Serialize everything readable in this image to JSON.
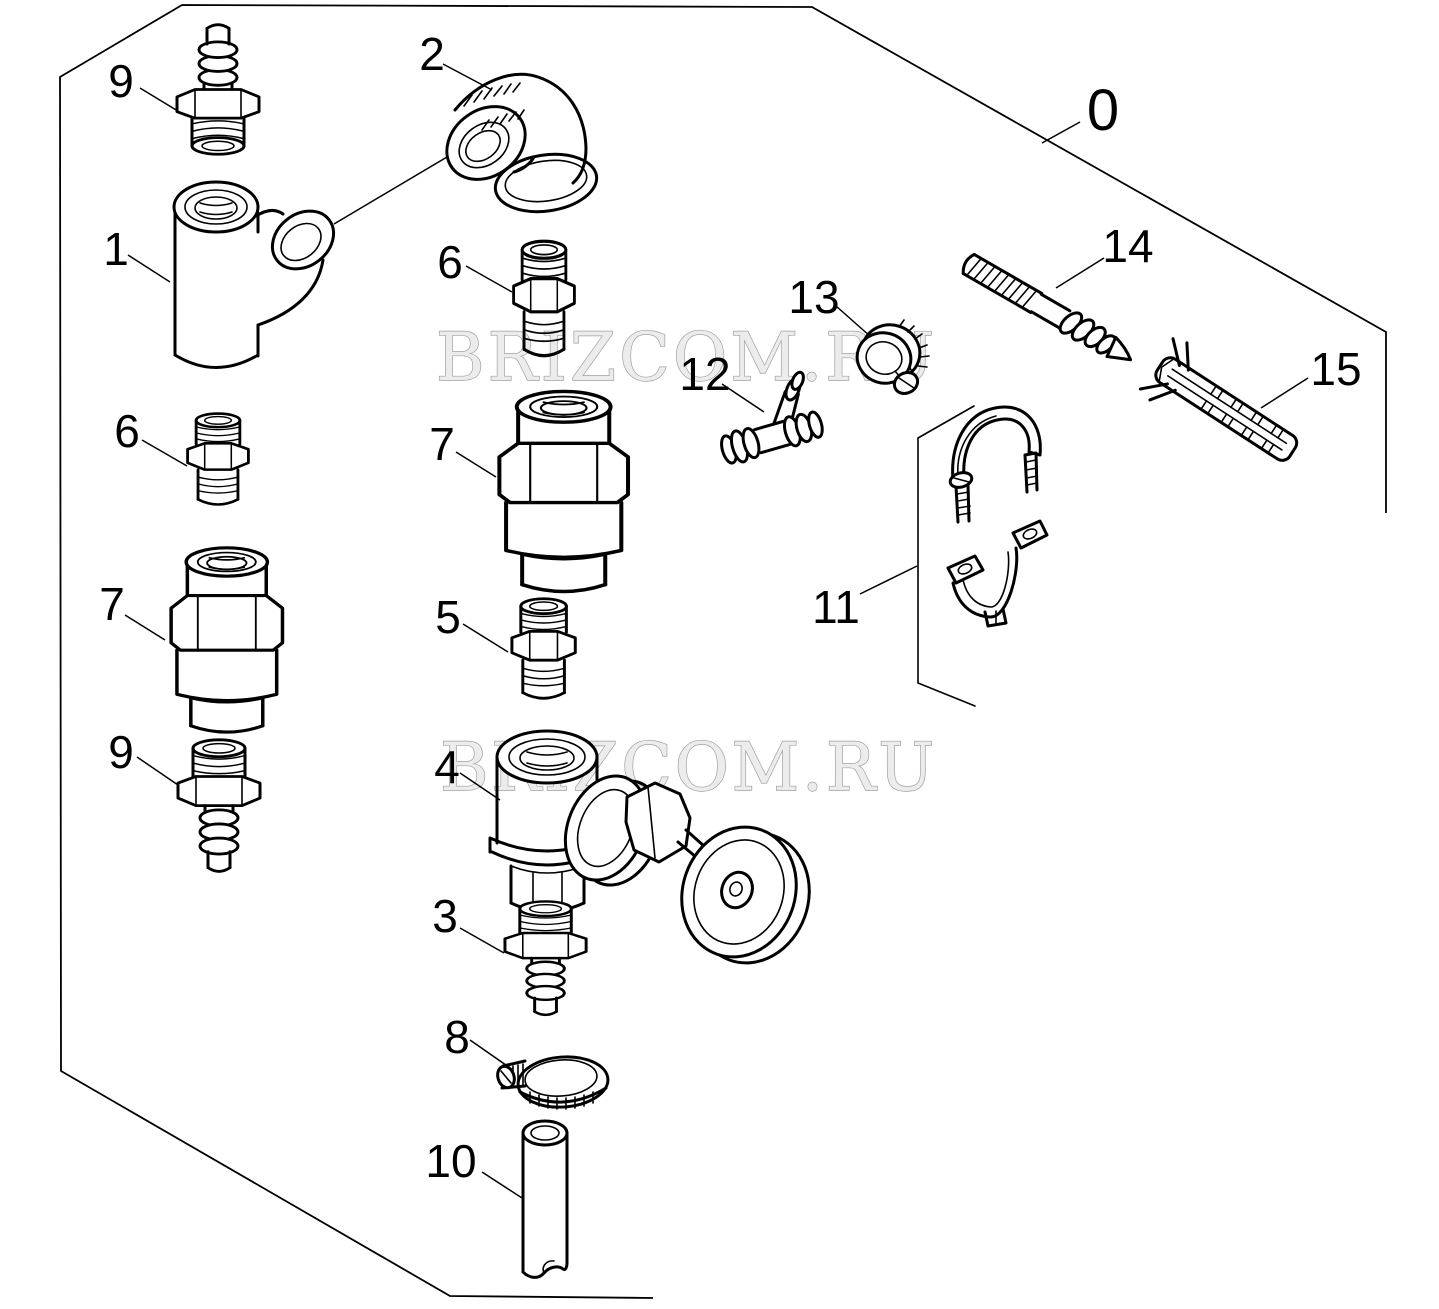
{
  "diagram": {
    "watermark": "BRIZCOM.RU",
    "callouts": {
      "c0": "0",
      "c1": "1",
      "c2": "2",
      "c3": "3",
      "c4": "4",
      "c5": "5",
      "c6a": "6",
      "c6b": "6",
      "c7a": "7",
      "c7b": "7",
      "c8": "8",
      "c9a": "9",
      "c9b": "9",
      "c10": "10",
      "c11": "11",
      "c12": "12",
      "c13": "13",
      "c14": "14",
      "c15": "15"
    }
  }
}
